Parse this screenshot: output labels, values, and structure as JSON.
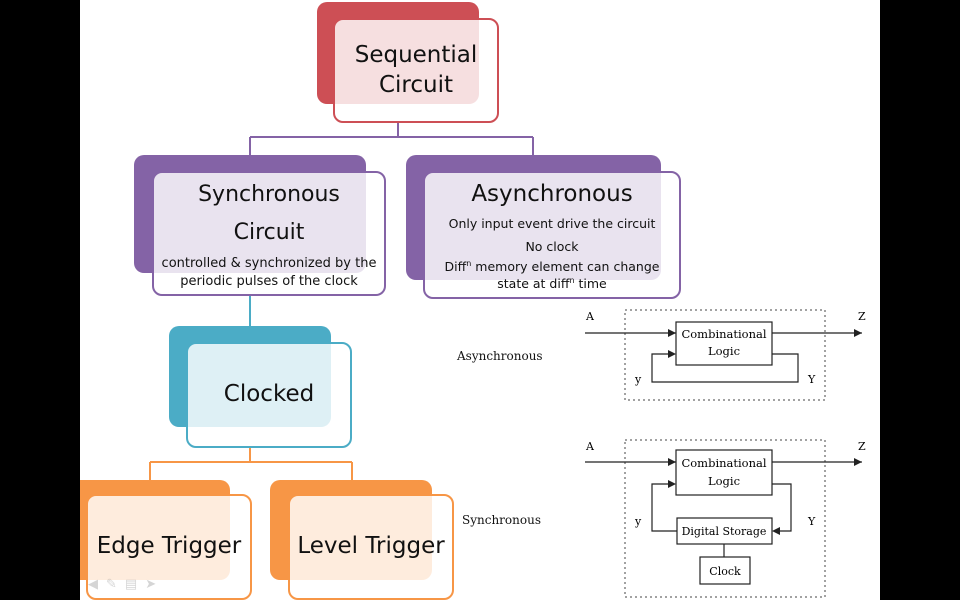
{
  "nodes": {
    "sequential": {
      "title": "Sequential Circuit"
    },
    "synchronous": {
      "title_line1": "Synchronous",
      "title_line2": "Circuit",
      "desc": "controlled & synchronized by the periodic pulses of the clock"
    },
    "asynchronous": {
      "title": "Asynchronous",
      "line1": "Only input event drive the circuit",
      "line2": "No clock",
      "line3_pre": "Diff",
      "line3_sup": "n",
      "line3_post": " memory element can change",
      "line4_pre": "state at diff",
      "line4_sup": "n",
      "line4_post": " time"
    },
    "clocked": {
      "title": "Clocked"
    },
    "edge": {
      "title": "Edge Trigger"
    },
    "level": {
      "title": "Level Trigger"
    }
  },
  "side_labels": {
    "async": "Asynchronous",
    "sync": "Synchronous"
  },
  "async_fig": {
    "input": "A",
    "output": "Z",
    "block": [
      "Combinational",
      "Logic"
    ],
    "feedback_in": "y",
    "feedback_out": "Y"
  },
  "sync_fig": {
    "input": "A",
    "output": "Z",
    "block": [
      "Combinational",
      "Logic"
    ],
    "storage": "Digital Storage",
    "clock": "Clock",
    "feedback_in": "y",
    "feedback_out": "Y"
  },
  "colors": {
    "red": "#cd4f55",
    "purple": "#8463a6",
    "teal": "#4bacc6",
    "orange": "#f79646",
    "background": "#000000"
  },
  "controls": [
    "play-icon",
    "pen-icon",
    "menu-icon",
    "next-icon"
  ]
}
